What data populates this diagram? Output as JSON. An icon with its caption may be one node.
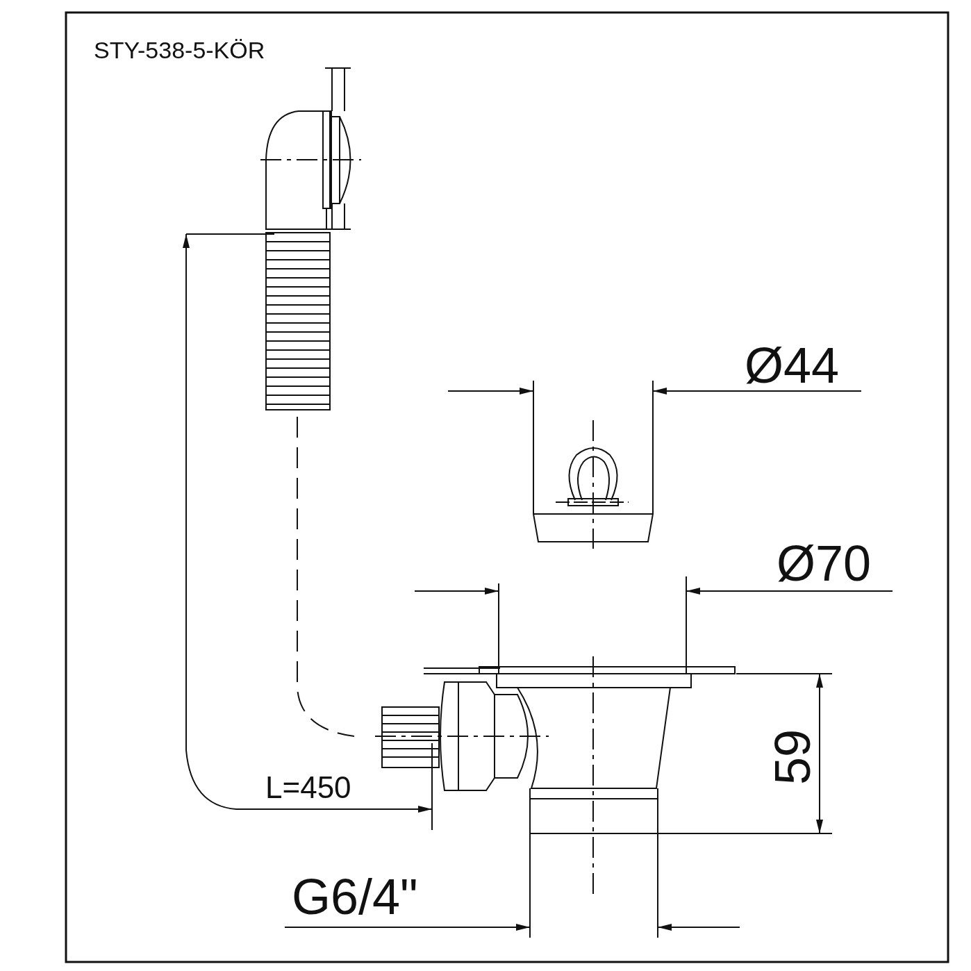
{
  "diagram": {
    "labels": [
      "STY-538-5-KÖR",
      "Ø44",
      "Ø70",
      "59",
      "L=450",
      "G6/4\""
    ]
  }
}
